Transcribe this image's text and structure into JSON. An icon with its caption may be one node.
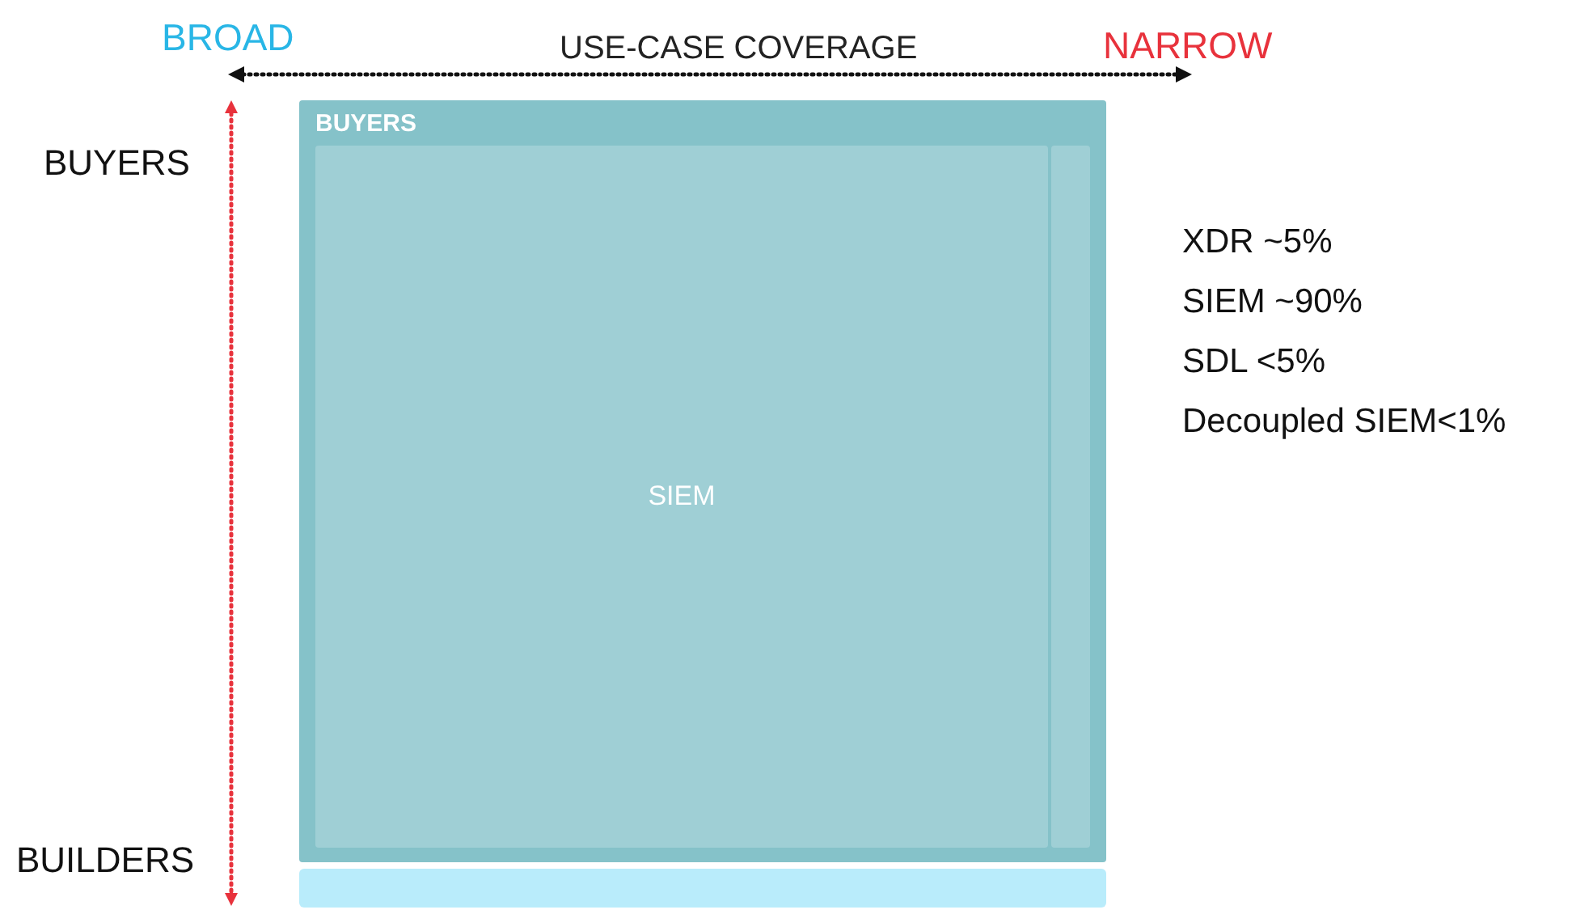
{
  "diagram": {
    "nodes": [
      {
        "text": [
          "BUYERS"
        ]
      },
      {
        "text": [
          "SIEM"
        ],
        "in": 0
      },
      {
        "text": [],
        "shape": "box",
        "in": 0
      },
      {
        "text": [],
        "shape": "bar"
      }
    ],
    "labels": [
      "BROAD",
      "USE-CASE COVERAGE",
      "NARROW",
      "BUYERS",
      "BUILDERS",
      "XDR ~5%",
      "SIEM ~90%",
      "SDL <5%",
      "Decoupled SIEM<1%"
    ]
  }
}
